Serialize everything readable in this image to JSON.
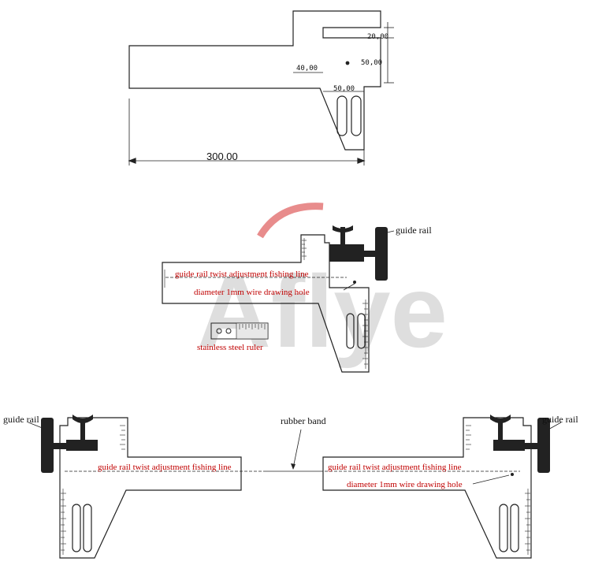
{
  "dimensions": {
    "d1": "20,00",
    "d2": "50,00",
    "d3": "40,00",
    "d4": "50,00",
    "overall": "300.00"
  },
  "watermark": "Aflye",
  "colors": {
    "label": "#c00000",
    "ink": "#222222",
    "watermark": "#b8b8b8"
  },
  "middle": {
    "guide_rail": "guide rail",
    "fishing_line": "guide rail twist adjustment fishing line",
    "wire_hole": "diameter 1mm wire drawing hole",
    "ruler": "stainless steel ruler"
  },
  "bottom": {
    "guide_rail_left": "guide rail",
    "guide_rail_right": "guide rail",
    "rubber_band": "rubber band",
    "fishing_line_left": "guide rail twist adjustment fishing line",
    "fishing_line_right": "guide rail twist adjustment fishing line",
    "wire_hole": "diameter 1mm wire drawing hole"
  }
}
